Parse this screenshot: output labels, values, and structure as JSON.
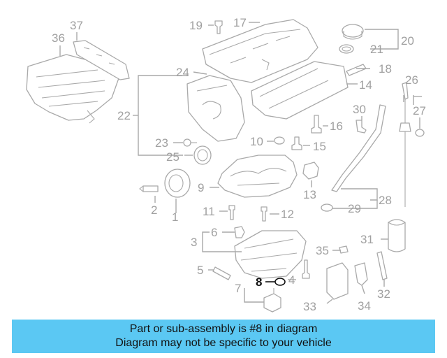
{
  "diagram": {
    "highlight_callout": "8",
    "callouts": {
      "c1": "1",
      "c2": "2",
      "c3": "3",
      "c4": "4",
      "c5": "5",
      "c6": "6",
      "c7": "7",
      "c8": "8",
      "c9": "9",
      "c10": "10",
      "c11": "11",
      "c12": "12",
      "c13": "13",
      "c14": "14",
      "c15": "15",
      "c16": "16",
      "c17": "17",
      "c18": "18",
      "c19": "19",
      "c20": "20",
      "c21": "21",
      "c22": "22",
      "c23": "23",
      "c24": "24",
      "c25": "25",
      "c26": "26",
      "c27": "27",
      "c28": "28",
      "c29": "29",
      "c30": "30",
      "c31": "31",
      "c32": "32",
      "c33": "33",
      "c34": "34",
      "c35": "35",
      "c36": "36",
      "c37": "37"
    }
  },
  "banner": {
    "line1": "Part or sub-assembly is #8 in diagram",
    "line2": "Diagram may not be specific to your vehicle"
  },
  "colors": {
    "banner_bg": "#5bc8f3",
    "part_stroke": "#a9a9a9",
    "highlight": "#111111"
  }
}
